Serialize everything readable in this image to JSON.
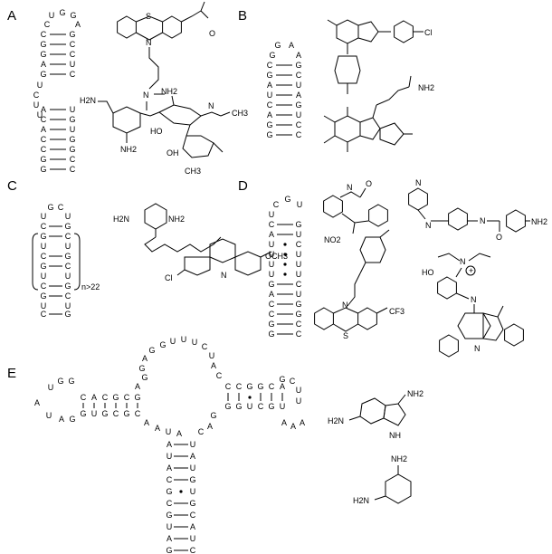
{
  "panels": [
    {
      "label": "A"
    },
    {
      "label": "B"
    },
    {
      "label": "C"
    },
    {
      "label": "D"
    },
    {
      "label": "E"
    }
  ],
  "repeat_label": "n>22",
  "atom_labels": {
    "a_ketone_O": "O",
    "a_amine": "N",
    "a_h2n": "H2N",
    "a_nh2": "NH2",
    "a_ho": "HO",
    "a_n_h": "N",
    "a_ch3": "CH3",
    "a_oh": "OH",
    "b_cl": "Cl",
    "b_nh2": "NH2",
    "c_nh2": "NH2",
    "c_h2n": "H2N",
    "c_och3": "OCH3",
    "c_cl": "Cl",
    "d_no2": "NO2",
    "d_cf3": "CF3",
    "d_nh2": "NH2",
    "d_ho": "HO",
    "d_plus": "+",
    "e_nh2a": "NH2",
    "e_h2na": "H2N",
    "e_nh": "NH",
    "e_nh2b": "NH2",
    "e_h2nb": "H2N"
  }
}
